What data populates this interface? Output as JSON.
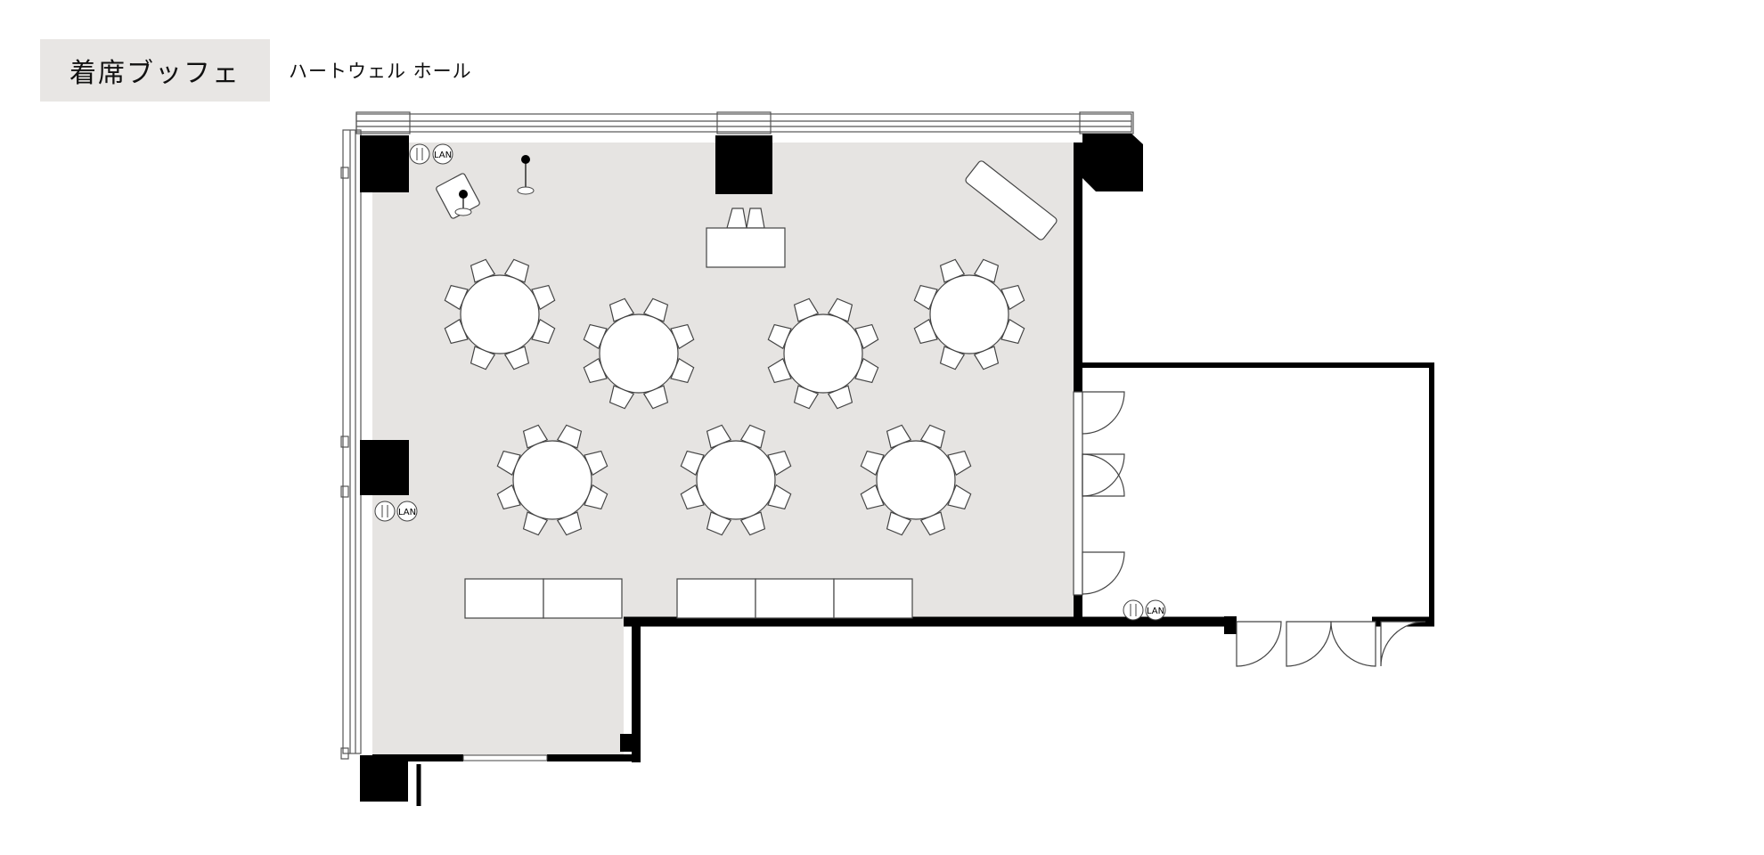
{
  "header": {
    "title": "着席ブッフェ",
    "hall_name": "ハートウェル ホール"
  },
  "floor_plan": {
    "room_fill": "#e6e4e2",
    "wall_color": "#000000",
    "lan_label": "LAN",
    "round_tables": 7,
    "chairs_per_table": 8
  }
}
